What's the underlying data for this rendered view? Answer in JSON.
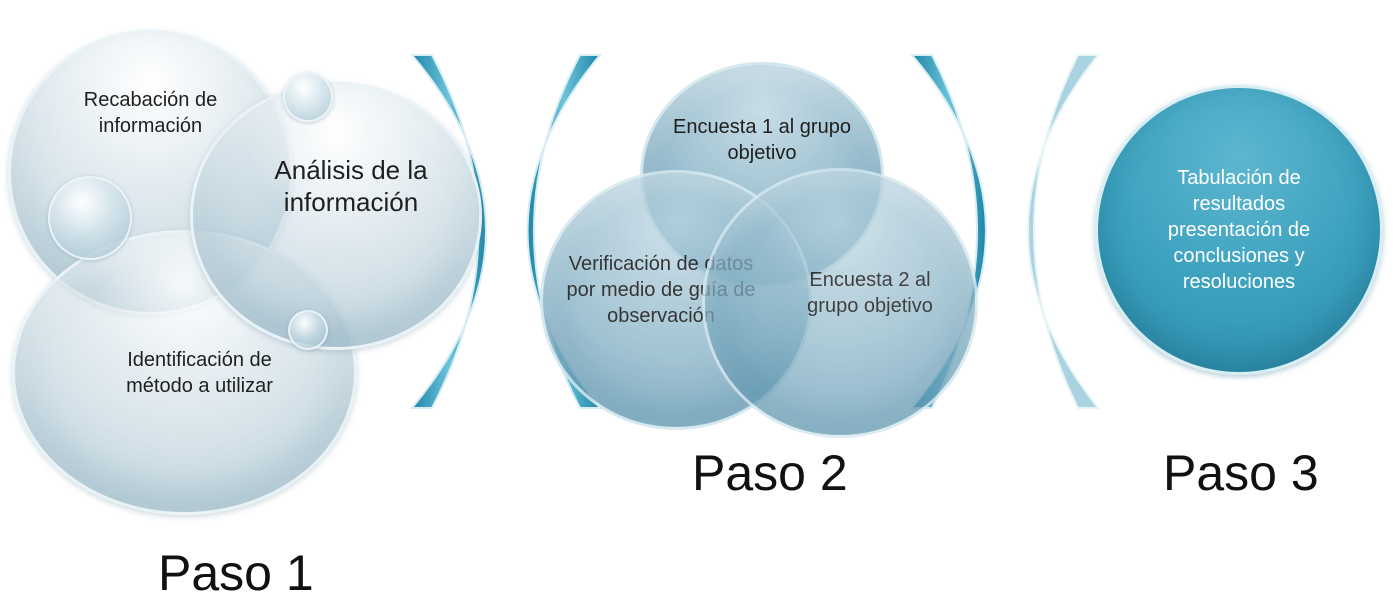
{
  "paso1": {
    "label": "Paso 1",
    "items": [
      "Recabación de información",
      "Análisis de la información",
      "Identificación de método a utilizar"
    ]
  },
  "paso2": {
    "label": "Paso 2",
    "items": [
      "Encuesta  1 al grupo objetivo",
      "Verificación de datos por medio de guía de observación",
      "Encuesta 2 al grupo objetivo"
    ]
  },
  "paso3": {
    "label": "Paso 3",
    "items": [
      "Tabulación de resultados presentación de conclusiones y resoluciones"
    ]
  },
  "colors": {
    "arc": "#3a9fbd",
    "solid_circle": "#3aa0bd"
  }
}
